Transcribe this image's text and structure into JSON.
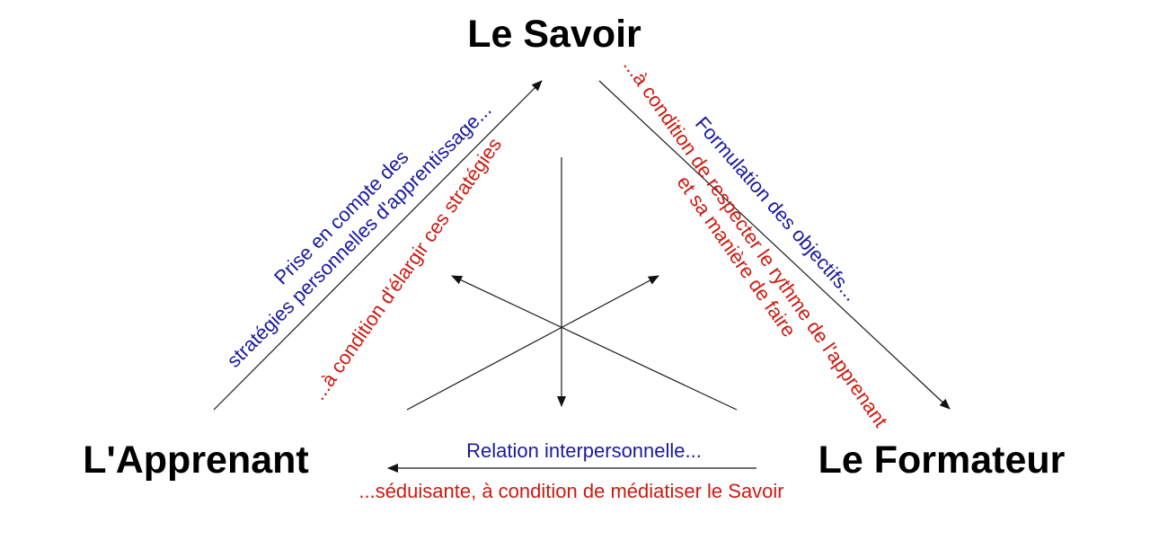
{
  "nodes": {
    "savoir": "Le Savoir",
    "apprenant": "L'Apprenant",
    "formateur": "Le Formateur"
  },
  "left_side": {
    "blue_line1": "Prise en compte des",
    "blue_line2": "stratégies personnelles d'apprentissage...",
    "red": "...à condition d'élargir ces stratégies"
  },
  "right_side": {
    "blue": "Formulation des objectifs...",
    "red_line1": "...à condition de respecter le rythme de l'apprenant",
    "red_line2": "et sa manière de faire"
  },
  "bottom_side": {
    "blue": "Relation interpersonnelle...",
    "red": "...séduisante, à condition de médiatiser le Savoir"
  },
  "colors": {
    "blue": "#1a1aa0",
    "red": "#cc1a10"
  }
}
